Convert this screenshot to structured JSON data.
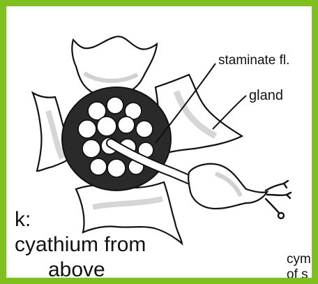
{
  "labels": {
    "staminate": "staminate fl.",
    "gland": "gland",
    "caption_line1": "k:",
    "caption_line2": "cyathium from",
    "caption_line3": "above",
    "cut_line1": "cym",
    "cut_line2": "of s"
  },
  "colors": {
    "border": "#7fbf1f",
    "ink": "#111111",
    "shade": "#c8c8c8"
  }
}
